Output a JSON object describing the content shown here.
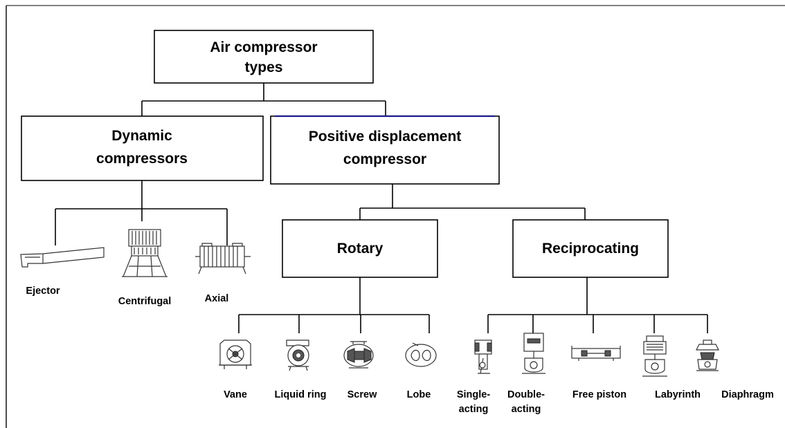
{
  "diagram": {
    "root": {
      "lines": [
        "Air compressor",
        "types"
      ]
    },
    "dynamic": {
      "lines": [
        "Dynamic",
        "compressors"
      ],
      "children": [
        {
          "lines": [
            "Ejector"
          ],
          "icon": "ejector-icon"
        },
        {
          "lines": [
            "Centrifugal"
          ],
          "icon": "centrifugal-icon"
        },
        {
          "lines": [
            "Axial"
          ],
          "icon": "axial-icon"
        }
      ]
    },
    "positive": {
      "lines": [
        "Positive displacement",
        "compressor"
      ]
    },
    "rotary": {
      "lines": [
        "Rotary"
      ],
      "children": [
        {
          "lines": [
            "Vane"
          ],
          "icon": "vane-icon"
        },
        {
          "lines": [
            "Liquid ring"
          ],
          "icon": "liquid-ring-icon"
        },
        {
          "lines": [
            "Screw"
          ],
          "icon": "screw-icon"
        },
        {
          "lines": [
            "Lobe"
          ],
          "icon": "lobe-icon"
        }
      ]
    },
    "reciprocating": {
      "lines": [
        "Reciprocating"
      ],
      "children": [
        {
          "lines": [
            "Single-",
            "acting"
          ],
          "icon": "single-acting-icon"
        },
        {
          "lines": [
            "Double-",
            "acting"
          ],
          "icon": "double-acting-icon"
        },
        {
          "lines": [
            "Free piston"
          ],
          "icon": "free-piston-icon"
        },
        {
          "lines": [
            "Labyrinth"
          ],
          "icon": "labyrinth-icon"
        },
        {
          "lines": [
            "Diaphragm"
          ],
          "icon": "diaphragm-icon"
        }
      ]
    }
  }
}
